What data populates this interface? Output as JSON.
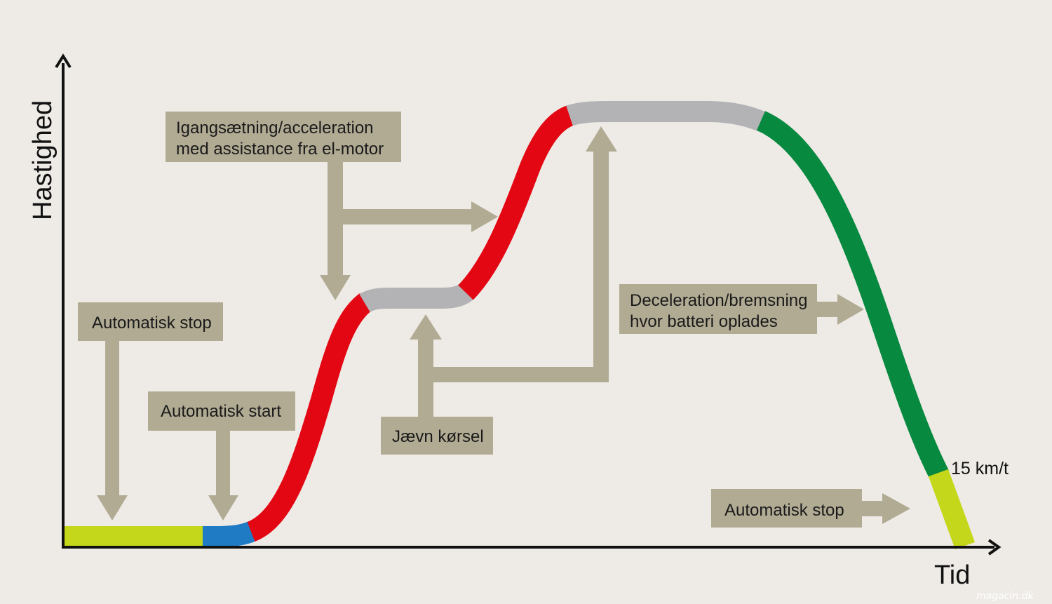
{
  "axes": {
    "y_label": "Hastighed",
    "x_label": "Tid",
    "marker_label": "15 km/t"
  },
  "labels": {
    "automatic_stop_left": "Automatisk stop",
    "automatic_start": "Automatisk start",
    "acceleration_line1": "Igangsætning/acceleration",
    "acceleration_line2": "med assistance fra el-motor",
    "smooth_driving": "Jævn kørsel",
    "deceleration_line1": "Deceleration/bremsning",
    "deceleration_line2": "hvor batteri oplades",
    "automatic_stop_right": "Automatisk stop"
  },
  "watermark": "magacin.dk",
  "colors": {
    "background": "#eeebe6",
    "label_box": "#b1ab94",
    "arrow": "#b1ab94",
    "stop_segment": "#c5d71a",
    "start_segment": "#1e7bc4",
    "acceleration_segment": "#e30613",
    "cruise_segment": "#b3b3b6",
    "regen_segment": "#07893f"
  }
}
